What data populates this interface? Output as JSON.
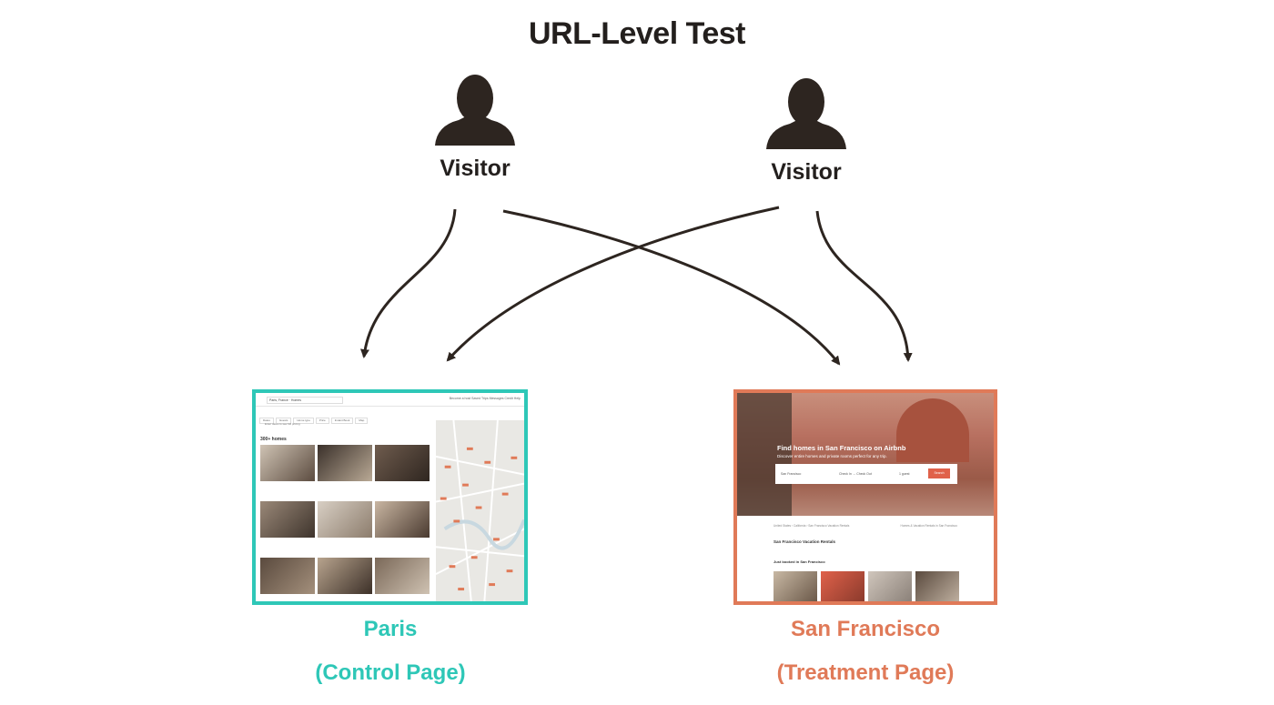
{
  "title": "URL-Level Test",
  "visitors": [
    {
      "label": "Visitor"
    },
    {
      "label": "Visitor"
    }
  ],
  "pages": {
    "paris": {
      "label": "Paris",
      "sublabel": "(Control Page)",
      "color": "#2ec7b7",
      "screenshot": {
        "search": "Paris, France · Homes",
        "nav": "Become a host   Saved   Trips   Messages   Credit   Help",
        "filters": [
          "Dates",
          "Guests",
          "Home type",
          "Price",
          "Instant Book",
          "Map"
        ],
        "note": "Enter dates to see full pricing",
        "count": "300+ homes"
      }
    },
    "sf": {
      "label": "San Francisco",
      "sublabel": "(Treatment Page)",
      "color": "#e07a58",
      "screenshot": {
        "headline": "Find homes in San Francisco on Airbnb",
        "subheadline": "Discover entire homes and private rooms perfect for any trip.",
        "where": "San Francisco",
        "when": "Check In → Check Out",
        "guests": "1 guest",
        "search_button": "Search",
        "breadcrumb": "United States › California › San Francisco Vacation Rentals",
        "breadcrumb_right": "Homes & Vacation Rentals in San Francisco",
        "section_title": "San Francisco Vacation Rentals",
        "section_subtitle": "Just booked in San Francisco"
      }
    }
  },
  "colors": {
    "ink": "#231f1d",
    "arrow": "#2d2520"
  }
}
